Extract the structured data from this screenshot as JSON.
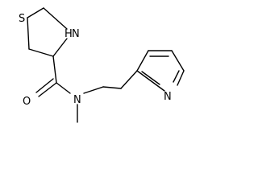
{
  "molecule": {
    "atoms": {
      "ring_sulfur": "S",
      "ring_nitrogen": "H",
      "ring_nitrogen_label": "N",
      "carbonyl_oxygen": "O",
      "amide_nitrogen": "N",
      "pyridine_nitrogen": "N"
    }
  }
}
